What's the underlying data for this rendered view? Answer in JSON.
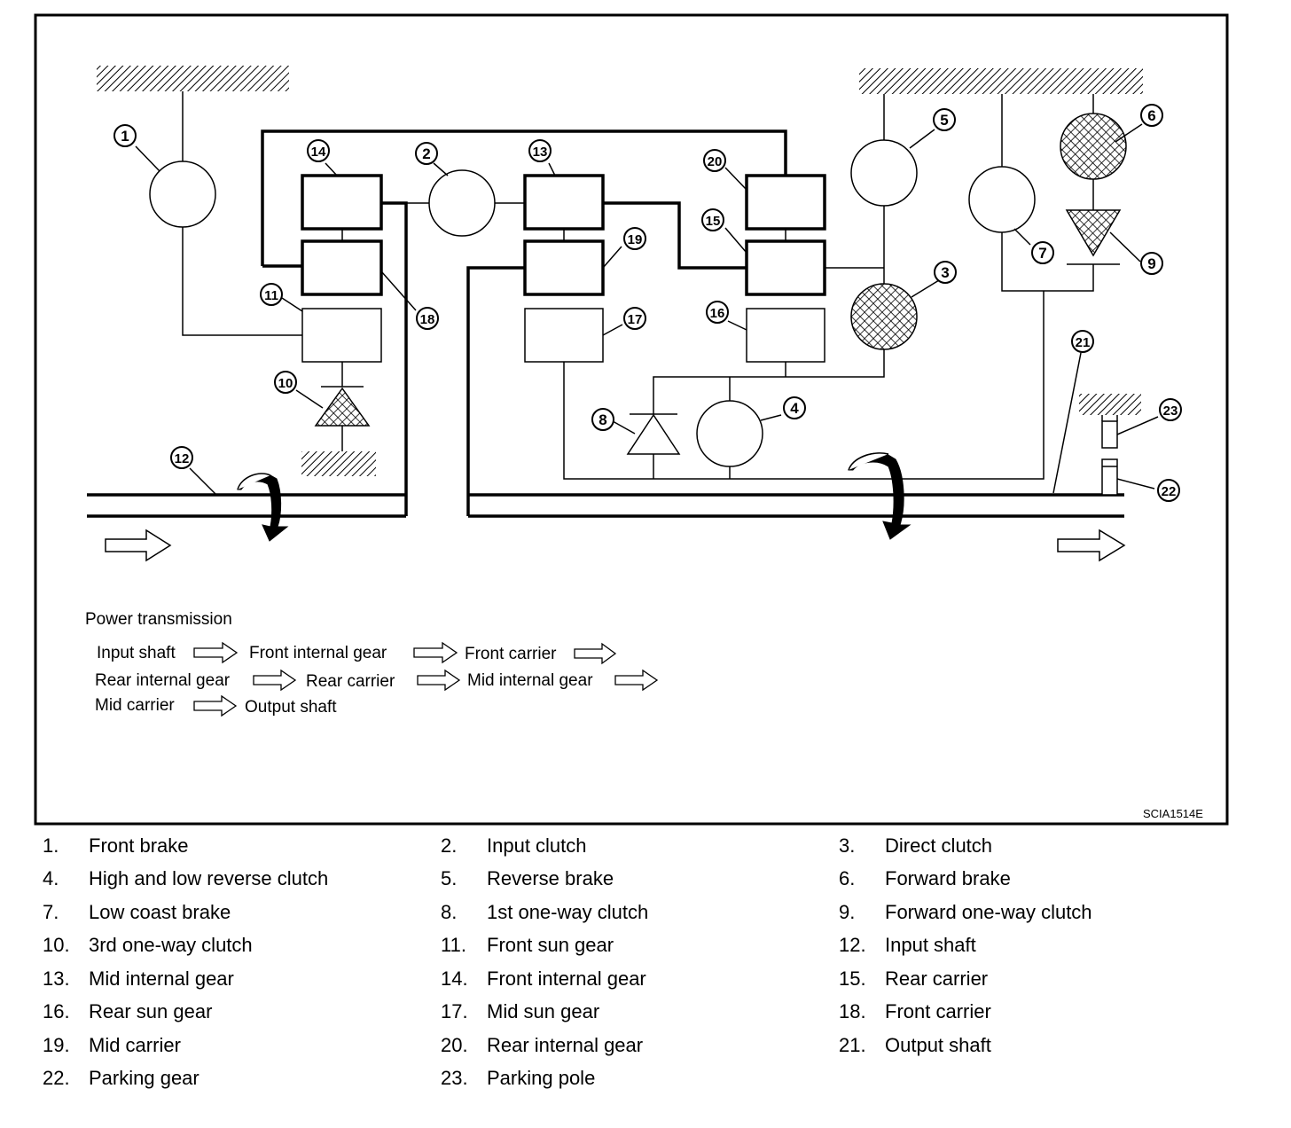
{
  "diagram": {
    "figure_code": "SCIA1514E",
    "callouts": [
      "1",
      "2",
      "3",
      "4",
      "5",
      "6",
      "7",
      "8",
      "9",
      "10",
      "11",
      "12",
      "13",
      "14",
      "15",
      "16",
      "17",
      "18",
      "19",
      "20",
      "21",
      "22",
      "23"
    ],
    "power_transmission": {
      "title": "Power transmission",
      "steps": [
        "Input shaft",
        "Front internal gear",
        "Front carrier",
        "Rear internal gear",
        "Rear carrier",
        "Mid internal gear",
        "Mid carrier",
        "Output shaft"
      ]
    }
  },
  "legend": [
    {
      "num": "1.",
      "label": "Front brake"
    },
    {
      "num": "2.",
      "label": "Input clutch"
    },
    {
      "num": "3.",
      "label": "Direct clutch"
    },
    {
      "num": "4.",
      "label": "High and low reverse clutch"
    },
    {
      "num": "5.",
      "label": "Reverse brake"
    },
    {
      "num": "6.",
      "label": "Forward brake"
    },
    {
      "num": "7.",
      "label": "Low coast brake"
    },
    {
      "num": "8.",
      "label": "1st one-way clutch"
    },
    {
      "num": "9.",
      "label": "Forward one-way clutch"
    },
    {
      "num": "10.",
      "label": "3rd one-way clutch"
    },
    {
      "num": "11.",
      "label": "Front sun gear"
    },
    {
      "num": "12.",
      "label": "Input shaft"
    },
    {
      "num": "13.",
      "label": "Mid internal gear"
    },
    {
      "num": "14.",
      "label": "Front internal gear"
    },
    {
      "num": "15.",
      "label": "Rear carrier"
    },
    {
      "num": "16.",
      "label": "Rear sun gear"
    },
    {
      "num": "17.",
      "label": "Mid sun gear"
    },
    {
      "num": "18.",
      "label": "Front carrier"
    },
    {
      "num": "19.",
      "label": "Mid carrier"
    },
    {
      "num": "20.",
      "label": "Rear internal gear"
    },
    {
      "num": "21.",
      "label": "Output shaft"
    },
    {
      "num": "22.",
      "label": "Parking gear"
    },
    {
      "num": "23.",
      "label": "Parking pole"
    }
  ]
}
